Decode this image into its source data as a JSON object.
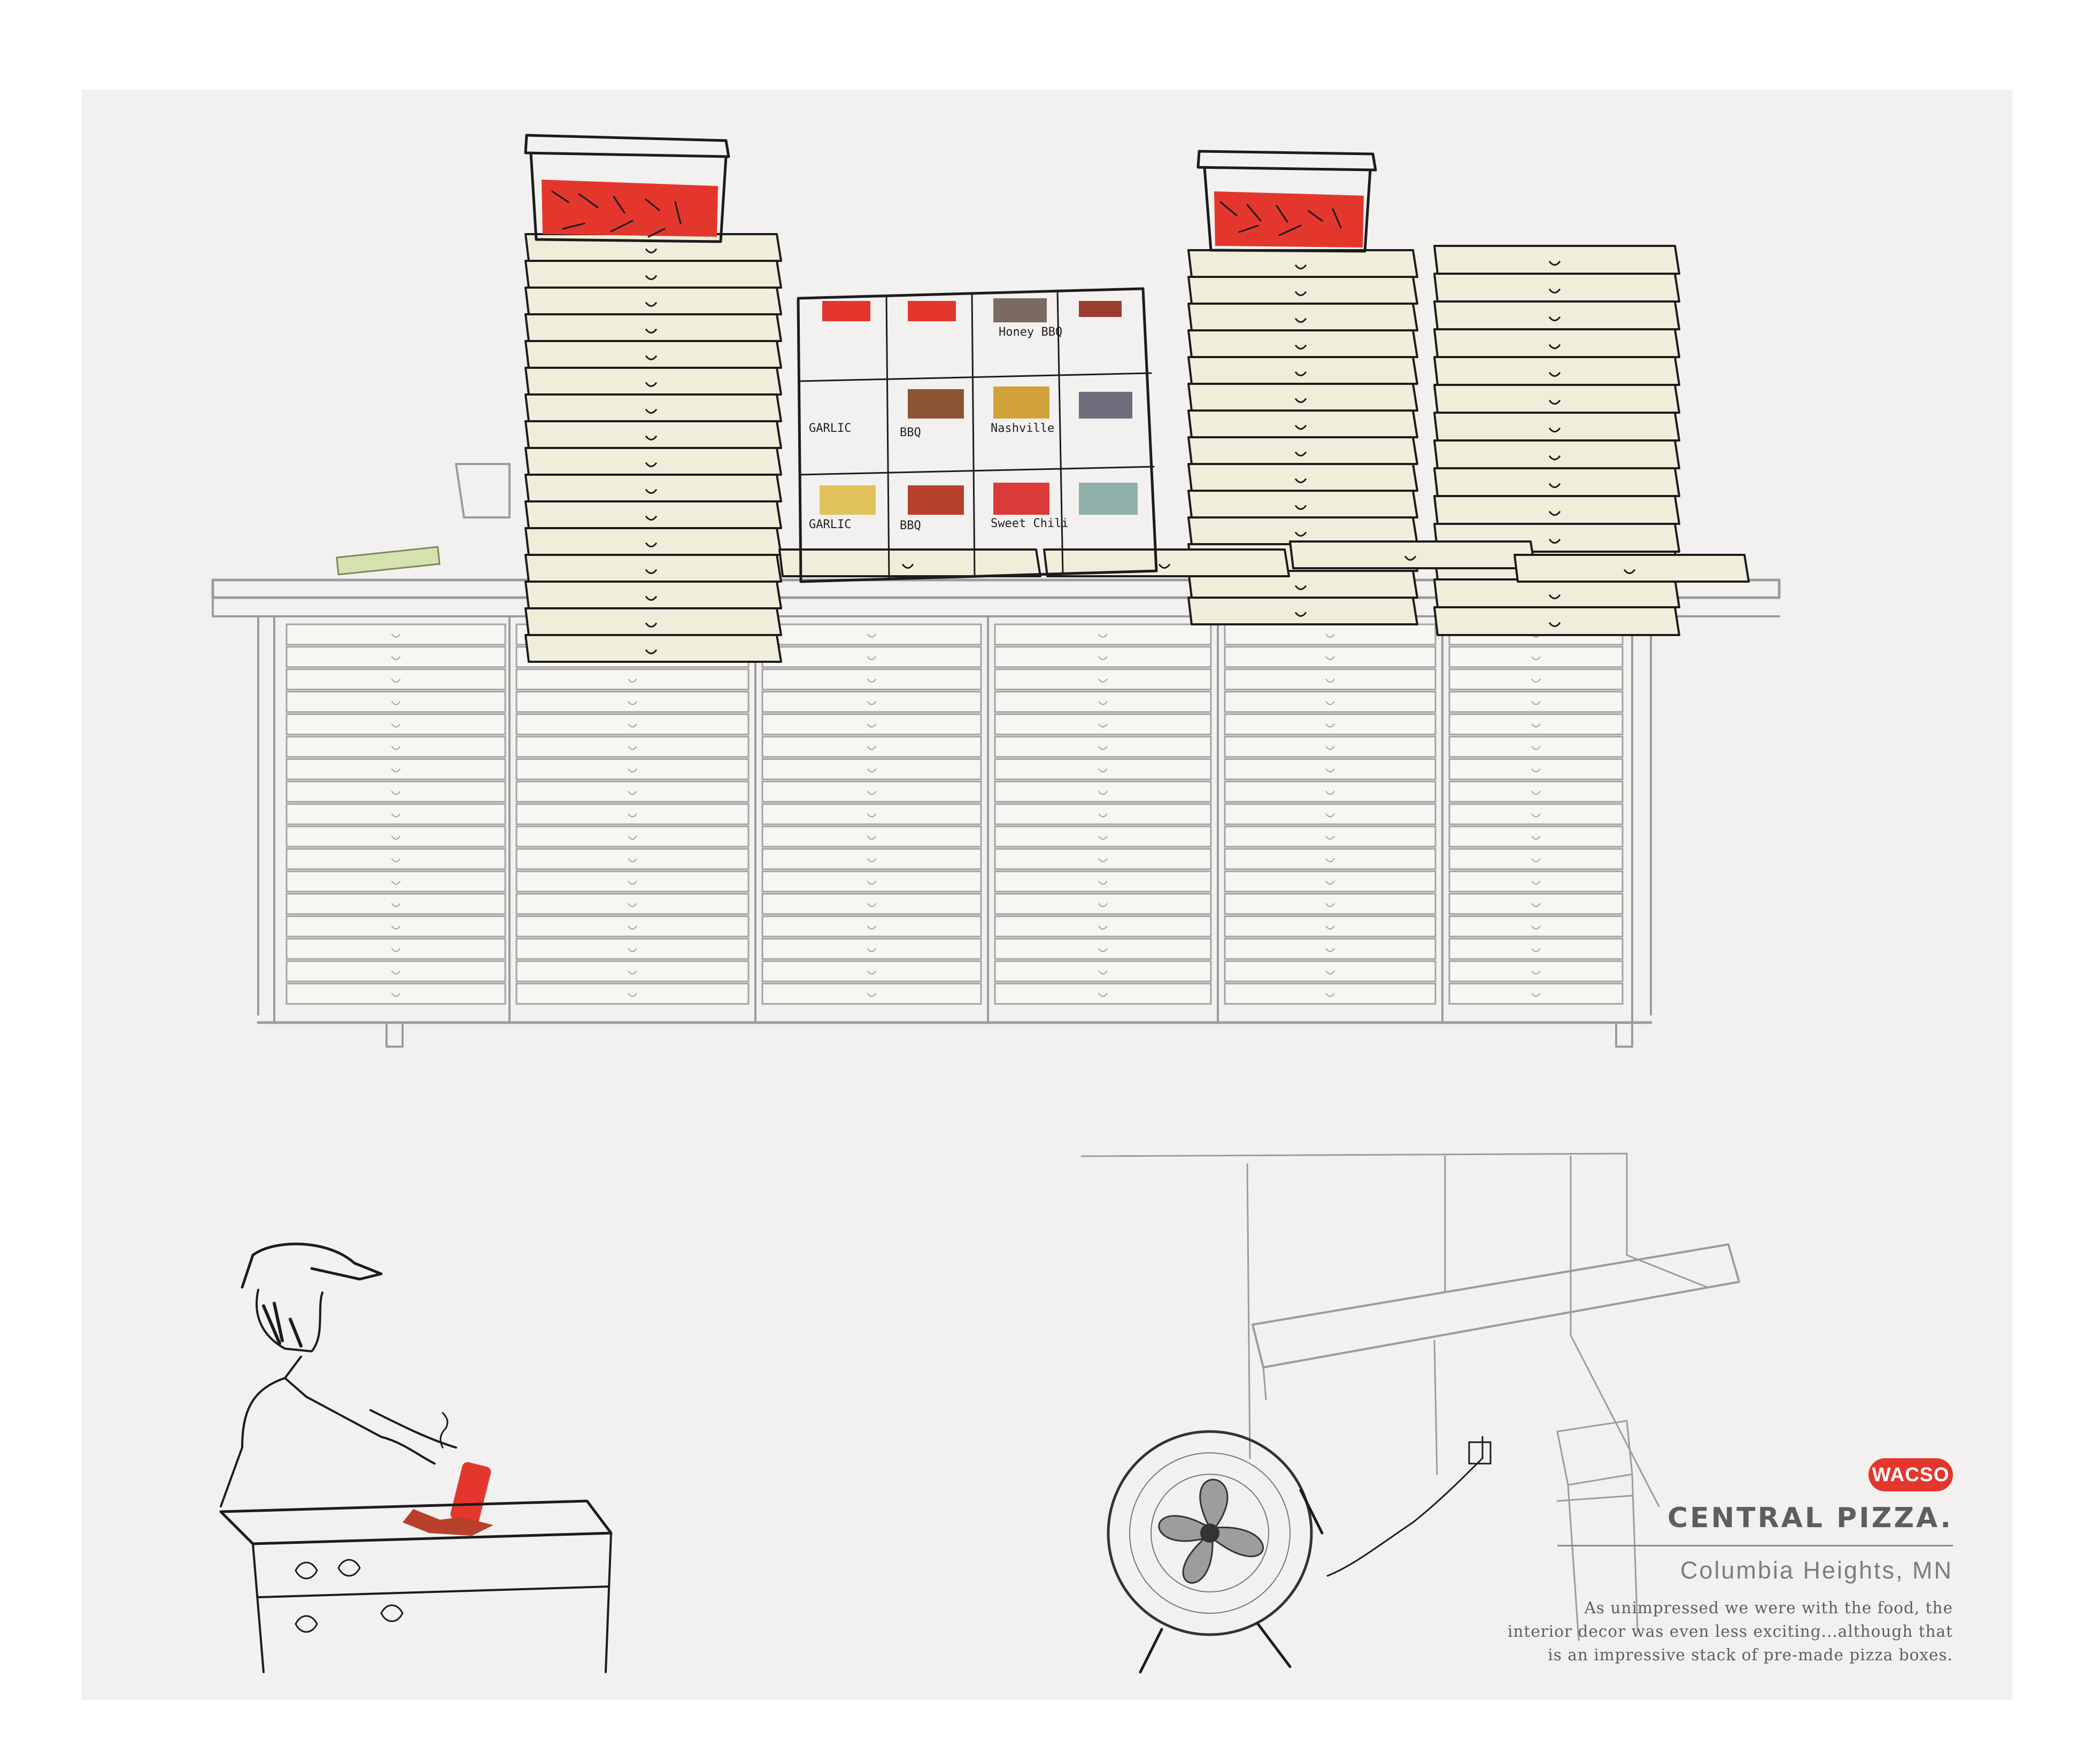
{
  "logo": {
    "text": "WACSO",
    "color": "#e3372d"
  },
  "title": "CENTRAL PIZZA.",
  "location": "Columbia Heights, MN",
  "caption_lines": [
    "As unimpressed we were with the food, the",
    "interior decor was even less exciting...although that",
    "is an impressive stack of pre-made pizza boxes."
  ],
  "sauce_labels": [
    "Honey BBQ",
    "GARLIC",
    "BBQ",
    "Nashville",
    "GARLIC",
    "BBQ",
    "Sweet Chili"
  ],
  "colors": {
    "panel": "#f3f1f0",
    "box_fill": "#f0eeda",
    "accent_red": "#e3372d",
    "text_grey": "#5e5e60"
  }
}
